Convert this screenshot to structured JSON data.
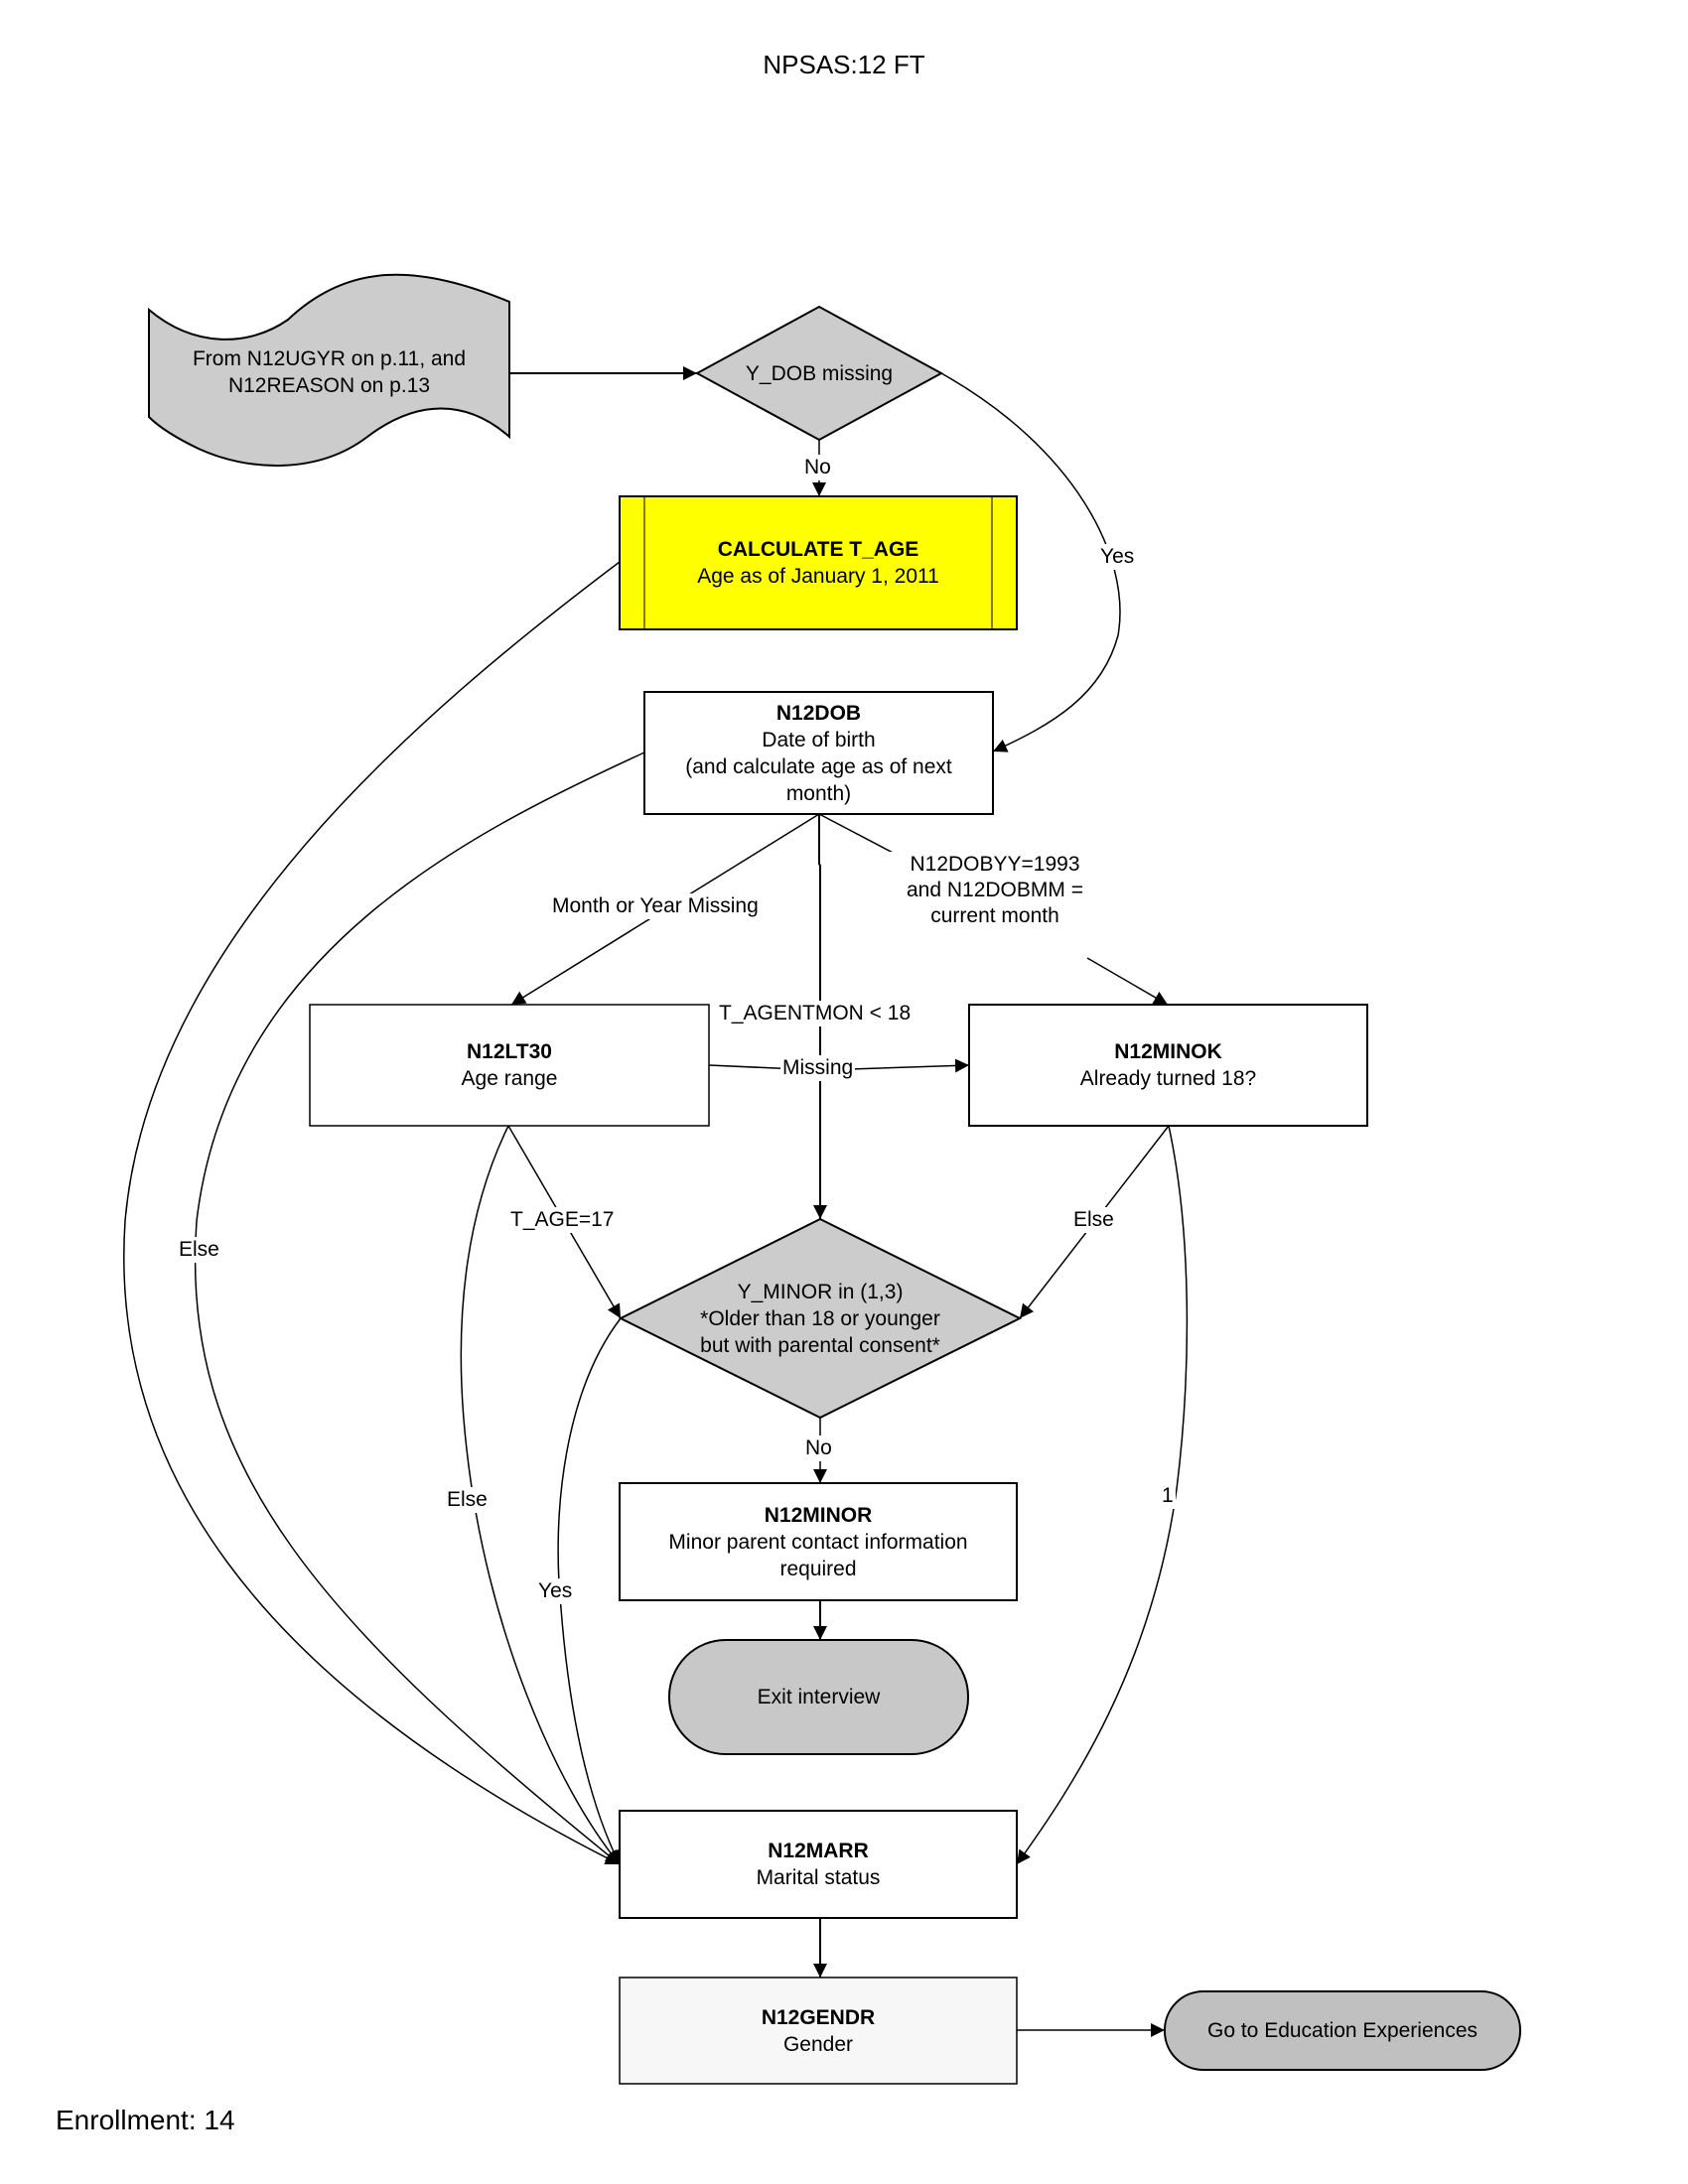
{
  "page": {
    "title": "NPSAS:12 FT",
    "footer": "Enrollment: 14"
  },
  "colors": {
    "process_fill": "#ffffff",
    "decision_fill": "#cccccc",
    "calc_fill": "#ffff00",
    "terminal_fill": "#c8c8c8",
    "gender_fill": "#f7f7f7",
    "line": "#000000"
  },
  "nodes": {
    "entry": {
      "line1": "From N12UGYR on p.11, and",
      "line2": "N12REASON on p.13"
    },
    "ydob": {
      "text": "Y_DOB missing"
    },
    "calc": {
      "title": "CALCULATE T_AGE",
      "desc": "Age as of January 1, 2011"
    },
    "n12dob": {
      "title": "N12DOB",
      "line1": "Date of birth",
      "line2": "(and calculate age as of next",
      "line3": "month)"
    },
    "n12lt30": {
      "title": "N12LT30",
      "desc": "Age range"
    },
    "n12minok": {
      "title": "N12MINOK",
      "desc": "Already turned 18?"
    },
    "yminor": {
      "line1": "Y_MINOR in (1,3)",
      "line2": "*Older than 18 or younger",
      "line3": "but with parental consent*"
    },
    "n12minor": {
      "title": "N12MINOR",
      "line1": "Minor parent contact information",
      "line2": "required"
    },
    "exit": {
      "text": "Exit interview"
    },
    "n12marr": {
      "title": "N12MARR",
      "desc": "Marital status"
    },
    "n12gendr": {
      "title": "N12GENDR",
      "desc": "Gender"
    },
    "goto": {
      "text": "Go to Education Experiences"
    }
  },
  "edge_labels": {
    "ydob_no": "No",
    "ydob_yes": "Yes",
    "calc_else": "Else",
    "dob_missing": "Month or Year Missing",
    "dob_1993_l1": "N12DOBYY=1993",
    "dob_1993_l2": "and N12DOBMM =",
    "dob_1993_l3": "current month",
    "dob_tagentmon": "T_AGENTMON < 18",
    "lt30_missing": "Missing",
    "lt30_tage17": "T_AGE=17",
    "lt30_else": "Else",
    "minok_else": "Else",
    "minok_1": "1",
    "yminor_no": "No",
    "yminor_yes": "Yes"
  }
}
